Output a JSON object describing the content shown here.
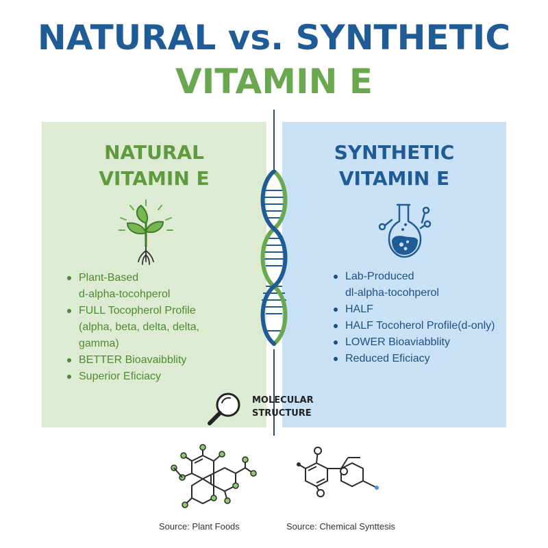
{
  "title": {
    "line1": "NATURAL vs. SYNTHETIC",
    "line2": "VITAMIN E"
  },
  "natural": {
    "title_line1": "NATURAL",
    "title_line2": "VITAMIN E",
    "icon": "plant-sprout-icon",
    "features": [
      {
        "text": "Plant-Based",
        "bullet": true
      },
      {
        "text": "d-alpha-tocohperol",
        "bullet": false
      },
      {
        "text": "FULL Tocopherol Profile",
        "bullet": true
      },
      {
        "text": "(alpha, beta, delta, delta,",
        "bullet": false
      },
      {
        "text": "gamma)",
        "bullet": false
      },
      {
        "text": "BETTER Bioavaibblity",
        "bullet": true
      },
      {
        "text": "Superior Eficiacy",
        "bullet": true
      }
    ],
    "source": "Source: Plant Foods",
    "color": "#4e8a32",
    "panel_color": "#dcebd2"
  },
  "synthetic": {
    "title_line1": "SYNTHETIC",
    "title_line2": "VITAMIN E",
    "icon": "lab-flask-icon",
    "features": [
      {
        "text": "Lab-Produced",
        "bullet": true
      },
      {
        "text": "dl-alpha-tocohperol",
        "bullet": false
      },
      {
        "text": "HALF",
        "bullet": true
      },
      {
        "text": "HALF Tocoherol Profile(d-only)",
        "bullet": true
      },
      {
        "text": "LOWER Bioaviabblity",
        "bullet": true
      },
      {
        "text": "Reduced Eficiacy",
        "bullet": true
      }
    ],
    "source": "Source: Chemical Synttesis",
    "color": "#1f4f86",
    "panel_color": "#c9e1f5"
  },
  "center": {
    "icon": "dna-helix-icon",
    "magnifier_icon": "magnifying-glass-icon",
    "label_line1": "MOLECULAR",
    "label_line2": "STRUCTURE"
  },
  "colors": {
    "title_blue": "#1f5b95",
    "title_green": "#6aa84f"
  }
}
